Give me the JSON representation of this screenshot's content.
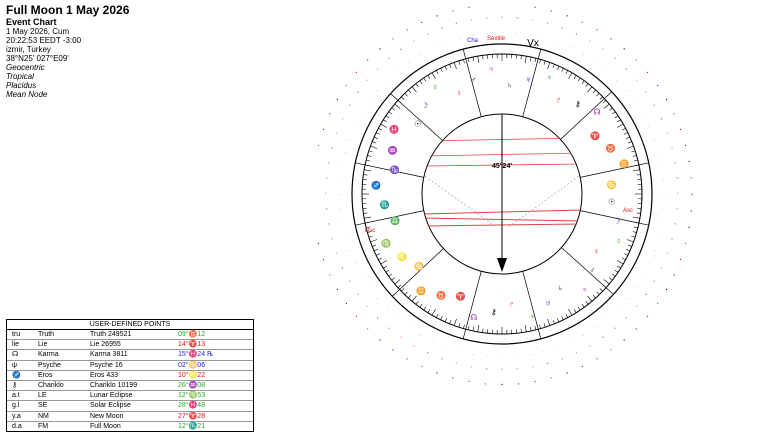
{
  "header": {
    "title": "Full Moon 1 May 2026",
    "subtitle": "Event Chart",
    "lines": [
      "1 May 2026, Cum",
      "20:22:53  EEDT -3:00",
      "izmir, Turkey",
      "38°N25' 027°E09'"
    ],
    "italic_lines": [
      "Geocentric",
      "Tropical",
      "Placidus",
      "Mean Node"
    ]
  },
  "udp": {
    "caption": "USER-DEFINED POINTS",
    "rows": [
      {
        "abbr": "tru",
        "name": "Truth",
        "full": "Truth 249521",
        "pos": "09°♉12",
        "color": "#22aa22"
      },
      {
        "abbr": "lie",
        "name": "Lie",
        "full": "Lie 26955",
        "pos": "14°♈13",
        "color": "#dd1111"
      },
      {
        "abbr": "☊",
        "name": "Karma",
        "full": "Karma 3811",
        "pos": "15°♓24 ℞",
        "color": "#2222cc"
      },
      {
        "abbr": "ψ",
        "name": "Psyche",
        "full": "Psyche 16",
        "pos": "02°♋06",
        "color": "#2222cc"
      },
      {
        "abbr": "♐",
        "name": "Eros",
        "full": "Eros 433",
        "pos": "10°♌22",
        "color": "#dd1111"
      },
      {
        "abbr": "⚷",
        "name": "Chariklo",
        "full": "Chariklo 10199",
        "pos": "26°♒08",
        "color": "#22aa22"
      },
      {
        "abbr": "a.t",
        "name": "LE",
        "full": "Lunar Eclipse",
        "pos": "12°♍53",
        "color": "#22aa22"
      },
      {
        "abbr": "g.l",
        "name": "SE",
        "full": "Solar Eclipse",
        "pos": "28°♓48",
        "color": "#22aa22"
      },
      {
        "abbr": "y.a",
        "name": "NM",
        "full": "New Moon",
        "pos": "27°♈28",
        "color": "#dd1111"
      },
      {
        "abbr": "d.a",
        "name": "FM",
        "full": "Full Moon",
        "pos": "12°♏21",
        "color": "#22aa22"
      }
    ]
  },
  "chart": {
    "inner_center_label": "45°24'",
    "angle_label_mc": "Vx",
    "axis_labels": [
      "Cha",
      "Sextile",
      "Asc",
      "Dsc"
    ]
  }
}
